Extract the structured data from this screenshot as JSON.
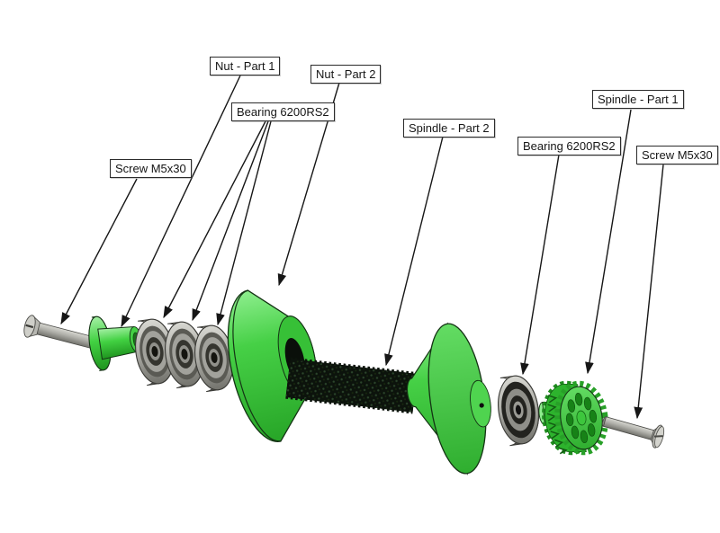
{
  "diagram_type": "exploded-assembly-view",
  "background": "#ffffff",
  "labels": [
    {
      "text": "Screw M5x30",
      "side": "left",
      "leader_arrows": 1
    },
    {
      "text": "Nut - Part 1",
      "side": "left",
      "leader_arrows": 1
    },
    {
      "text": "Bearing 6200RS2",
      "side": "left",
      "leader_arrows": 3
    },
    {
      "text": "Nut - Part 2",
      "side": "left",
      "leader_arrows": 1
    },
    {
      "text": "Spindle - Part 2",
      "side": "center",
      "leader_arrows": 1
    },
    {
      "text": "Bearing 6200RS2",
      "side": "right",
      "leader_arrows": 1
    },
    {
      "text": "Spindle - Part 1",
      "side": "right",
      "leader_arrows": 1
    },
    {
      "text": "Screw M5x30",
      "side": "right",
      "leader_arrows": 1
    }
  ],
  "colors": {
    "part_green": "#3ecb3e",
    "part_green_light": "#8dee8d",
    "part_green_dark": "#249f24",
    "metal_gray": "#b0b0aa",
    "metal_dark": "#72726c",
    "thread_black": "#0c130c",
    "outline": "#143314",
    "leader_line": "#161616",
    "label_border": "#2b2b2b"
  }
}
